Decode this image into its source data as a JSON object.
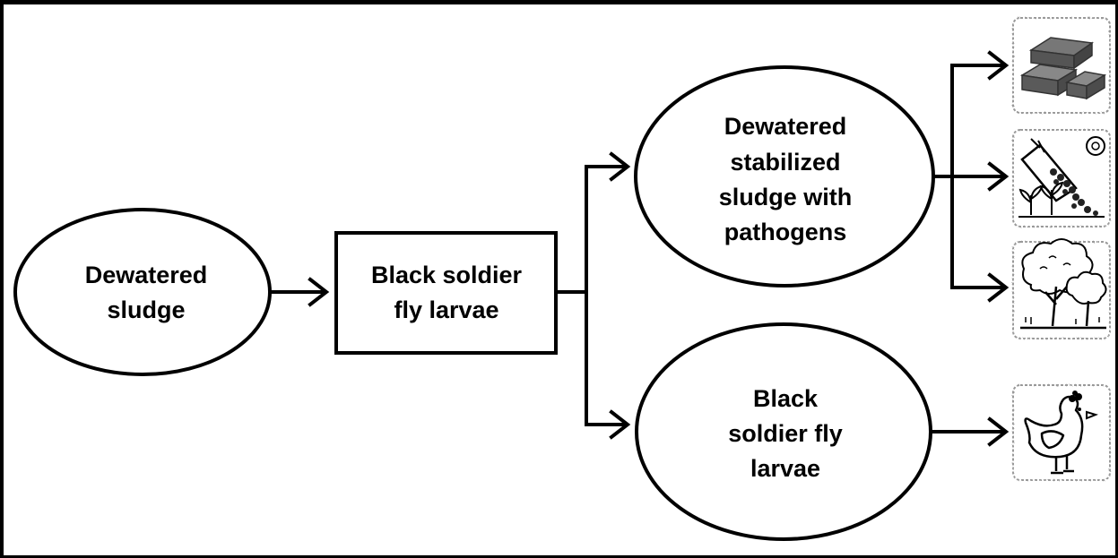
{
  "nodes": {
    "dewatered_sludge": {
      "lines": [
        "Dewatered",
        "sludge"
      ]
    },
    "bsf_larvae_process": {
      "lines": [
        "Black soldier",
        "fly larvae"
      ]
    },
    "stabilized_sludge": {
      "lines": [
        "Dewatered",
        "stabilized",
        "sludge with",
        "pathogens"
      ]
    },
    "bsf_larvae_output": {
      "lines": [
        "Black",
        "soldier fly",
        "larvae"
      ]
    }
  },
  "icons": [
    "bricks-icon",
    "soil-amendment-icon",
    "trees-icon",
    "chicken-icon"
  ],
  "colors": {
    "stroke": "#000000",
    "background": "#ffffff"
  }
}
